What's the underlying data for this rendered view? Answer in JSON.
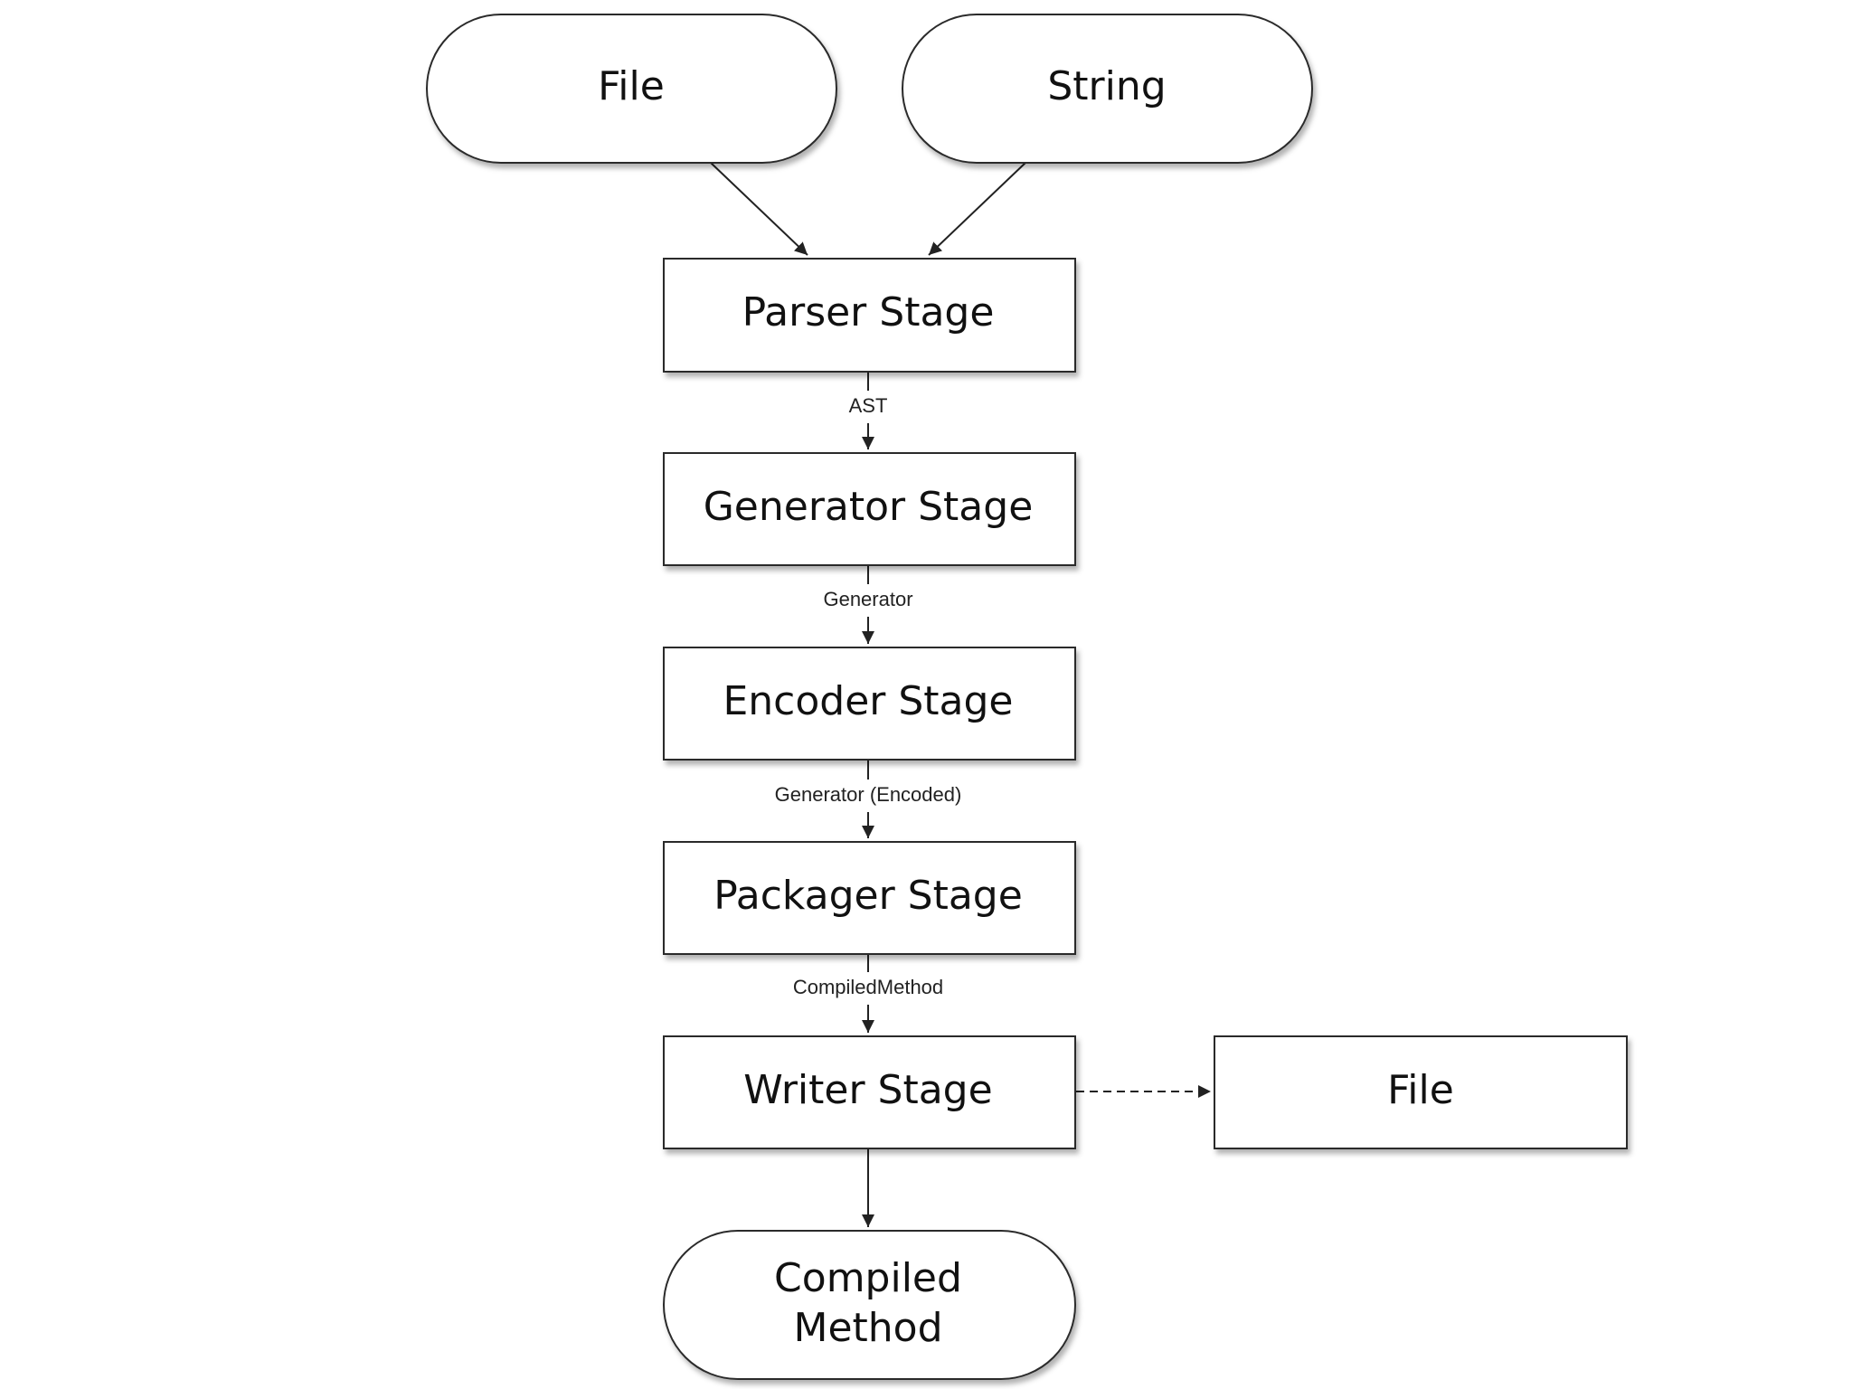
{
  "diagram": {
    "nodes": {
      "input_file": {
        "label": "File",
        "shape": "terminal"
      },
      "input_string": {
        "label": "String",
        "shape": "terminal"
      },
      "parser_stage": {
        "label": "Parser Stage",
        "shape": "process"
      },
      "generator_stage": {
        "label": "Generator Stage",
        "shape": "process"
      },
      "encoder_stage": {
        "label": "Encoder Stage",
        "shape": "process"
      },
      "packager_stage": {
        "label": "Packager Stage",
        "shape": "process"
      },
      "writer_stage": {
        "label": "Writer Stage",
        "shape": "process"
      },
      "output_file": {
        "label": "File",
        "shape": "process"
      },
      "compiled_method": {
        "label_lines": [
          "Compiled",
          "Method"
        ],
        "shape": "terminal"
      }
    },
    "edges": [
      {
        "from": "input_file",
        "to": "parser_stage",
        "label": "",
        "style": "solid"
      },
      {
        "from": "input_string",
        "to": "parser_stage",
        "label": "",
        "style": "solid"
      },
      {
        "from": "parser_stage",
        "to": "generator_stage",
        "label": "AST",
        "style": "solid"
      },
      {
        "from": "generator_stage",
        "to": "encoder_stage",
        "label": "Generator",
        "style": "solid"
      },
      {
        "from": "encoder_stage",
        "to": "packager_stage",
        "label": "Generator (Encoded)",
        "style": "solid"
      },
      {
        "from": "packager_stage",
        "to": "writer_stage",
        "label": "CompiledMethod",
        "style": "solid"
      },
      {
        "from": "writer_stage",
        "to": "output_file",
        "label": "",
        "style": "dashed"
      },
      {
        "from": "writer_stage",
        "to": "compiled_method",
        "label": "",
        "style": "solid"
      }
    ]
  }
}
